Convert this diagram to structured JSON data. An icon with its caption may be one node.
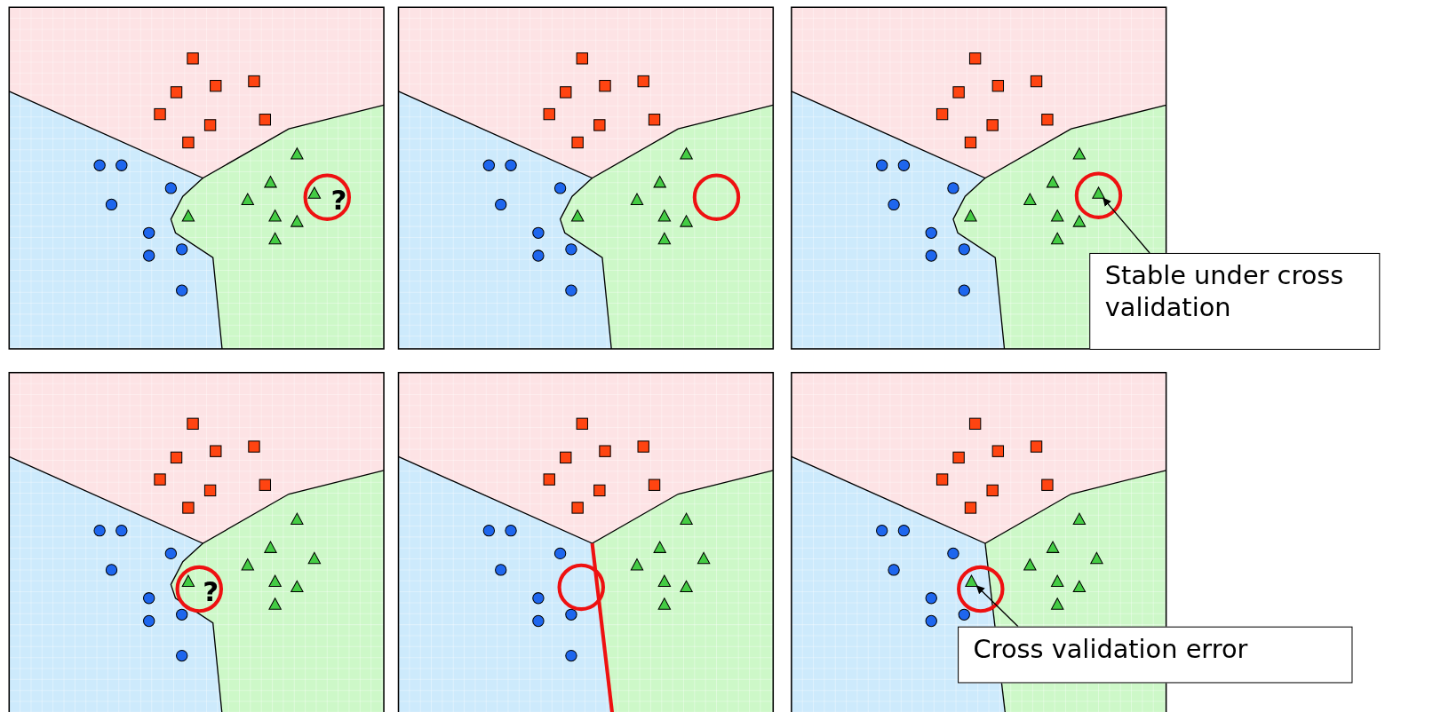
{
  "diagram": {
    "nodes": [
      {
        "text": [],
        "shape": "triangle"
      },
      {
        "text": [
          "Stable under cross validation"
        ]
      },
      {
        "text": [],
        "shape": "triangle"
      },
      {
        "text": [
          "Cross validation error"
        ]
      }
    ],
    "edges": [
      {
        "from": 1,
        "to": 0,
        "arrow": "to"
      },
      {
        "from": 3,
        "to": 2,
        "arrow": "to"
      }
    ],
    "labels": [
      "?",
      "?"
    ]
  }
}
